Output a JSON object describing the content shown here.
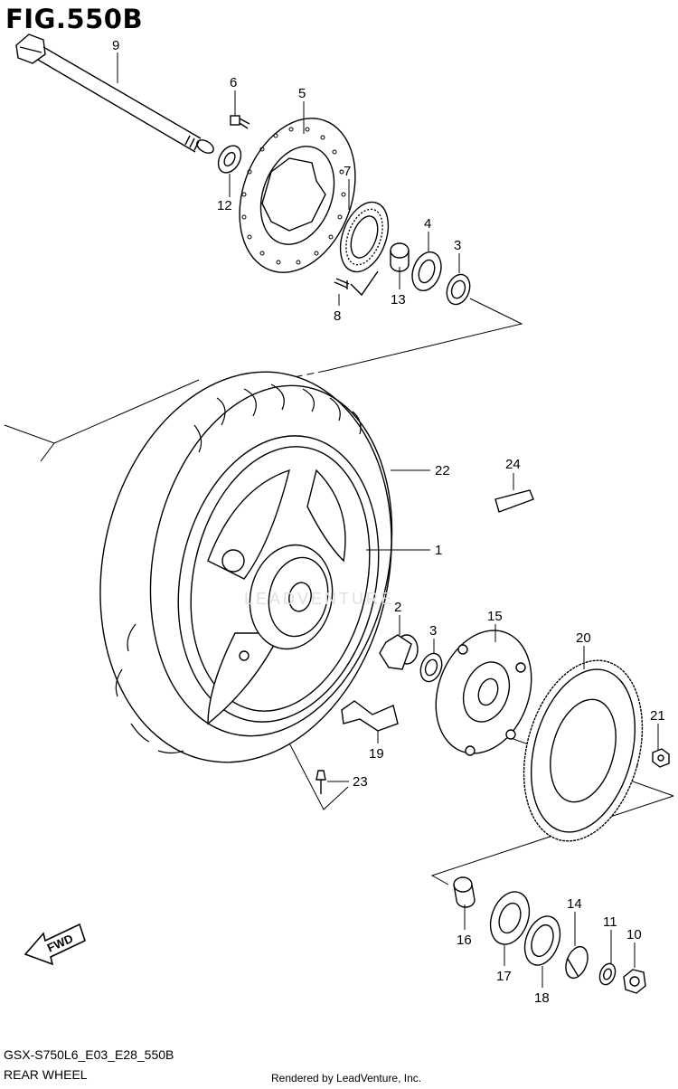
{
  "header": {
    "figure_title": "FIG.550B"
  },
  "footer": {
    "model_code": "GSX-S750L6_E03_E28_550B",
    "subtitle": "REAR WHEEL",
    "credit": "Rendered by LeadVenture, Inc."
  },
  "callouts": {
    "p1": "1",
    "p2": "2",
    "p3a": "3",
    "p3b": "3",
    "p4": "4",
    "p5": "5",
    "p6": "6",
    "p7": "7",
    "p8": "8",
    "p9": "9",
    "p10": "10",
    "p11": "11",
    "p12": "12",
    "p13": "13",
    "p14": "14",
    "p15": "15",
    "p16": "16",
    "p17": "17",
    "p18": "18",
    "p19": "19",
    "p20": "20",
    "p21": "21",
    "p22": "22",
    "p23": "23",
    "p24": "24"
  },
  "fwd_label": "FWD",
  "watermark": "LEADVENTURE"
}
